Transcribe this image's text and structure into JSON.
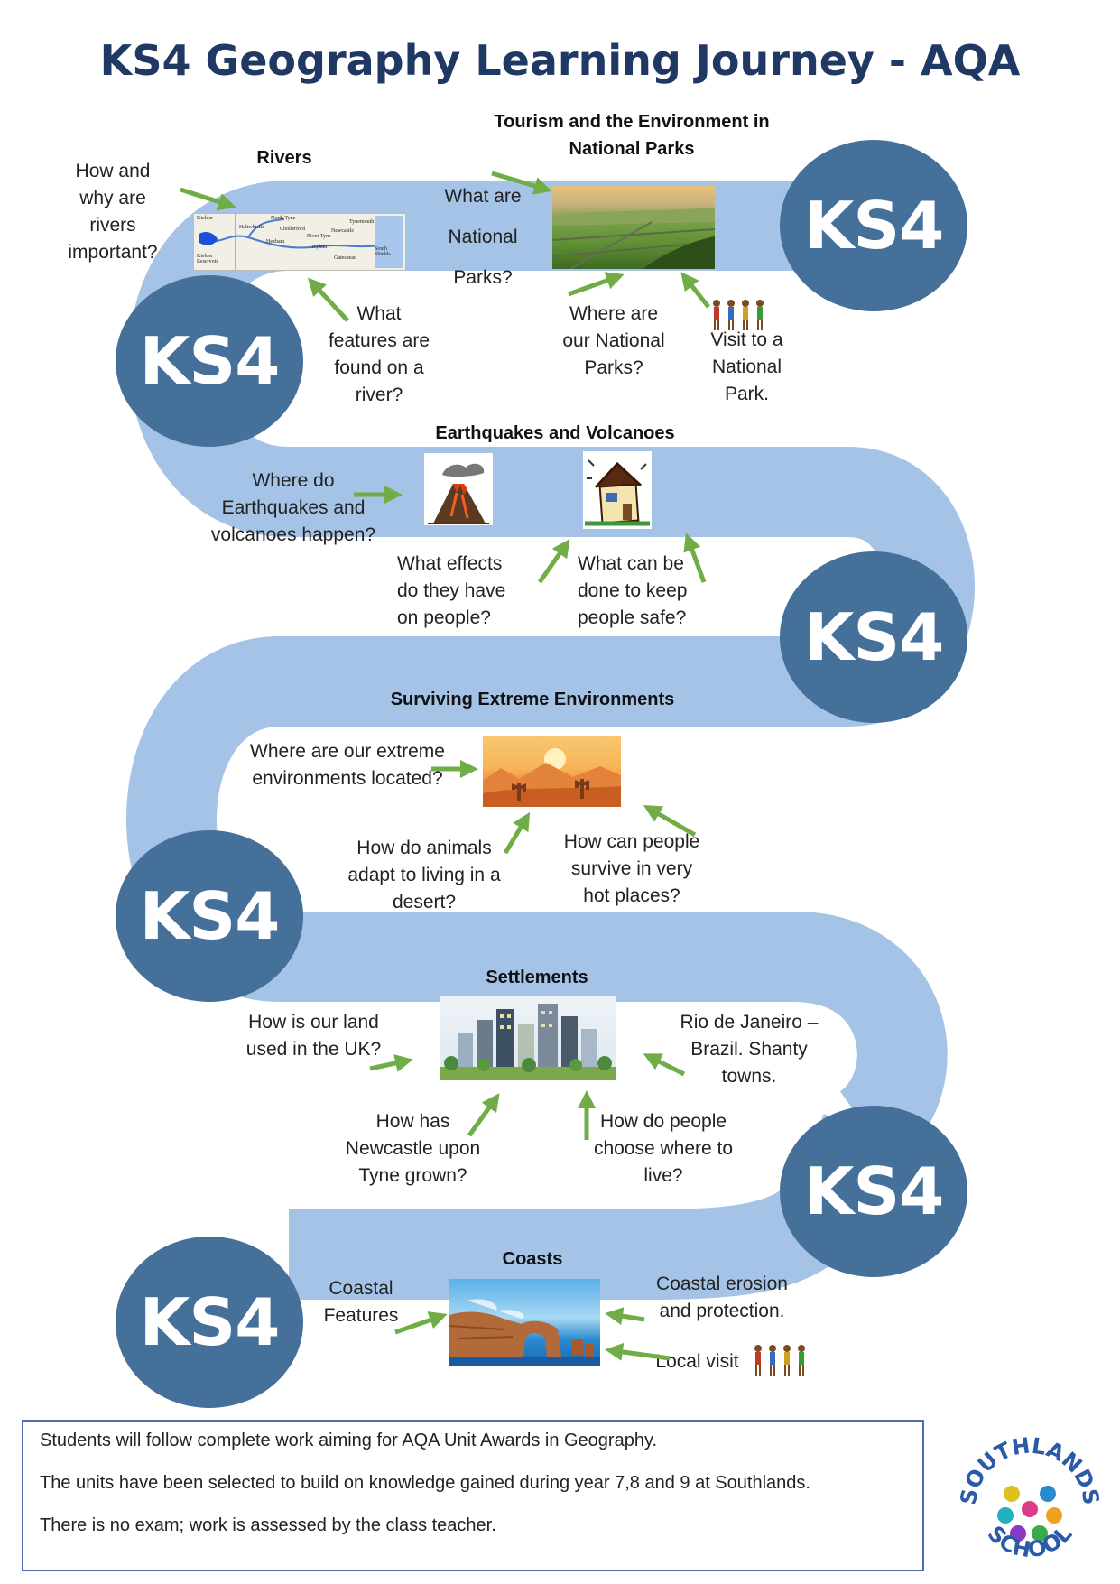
{
  "title": "KS4 Geography Learning Journey - AQA",
  "ks4_label": "KS4",
  "colors": {
    "path": "#a4c3e6",
    "circle": "#44709a",
    "title": "#1f3864",
    "arrow": "#70ad47",
    "box_border": "#4a6fb0"
  },
  "sections": {
    "rivers": {
      "heading": "Rivers",
      "q1": [
        "How and",
        "why are",
        "rivers",
        "important?"
      ],
      "q2": [
        "What",
        "features are",
        "found on a",
        "river?"
      ],
      "map_labels": [
        "Kielder",
        "Kielder Reservoir",
        "North Tyne",
        "Haltwhistle",
        "Chollerford",
        "Hexham",
        "River Tyne",
        "Wylam",
        "Newcastle",
        "Tynemouth",
        "Gateshead",
        "South Shields"
      ]
    },
    "national_parks": {
      "heading": [
        "Tourism and the Environment in",
        "National Parks"
      ],
      "q1": [
        "What are",
        "National",
        "Parks?"
      ],
      "q2": [
        "Where are",
        "our National",
        "Parks?"
      ],
      "q3": [
        "Visit to a",
        "National",
        "Park."
      ]
    },
    "earthquakes": {
      "heading": "Earthquakes and Volcanoes",
      "q1": [
        "Where do",
        "Earthquakes and",
        "volcanoes happen?"
      ],
      "q2": [
        "What effects",
        "do they have",
        "on people?"
      ],
      "q3": [
        "What can be",
        "done to keep",
        "people safe?"
      ]
    },
    "extreme": {
      "heading": "Surviving Extreme Environments",
      "q1": [
        "Where are our extreme",
        "environments located?"
      ],
      "q2": [
        "How do animals",
        "adapt to living in a",
        "desert?"
      ],
      "q3": [
        "How can people",
        "survive in very",
        "hot places?"
      ]
    },
    "settlements": {
      "heading": "Settlements",
      "q1": [
        "How is our land",
        "used in the UK?"
      ],
      "q2": [
        "Rio de Janeiro –",
        "Brazil. Shanty",
        "towns."
      ],
      "q3": [
        "How has",
        "Newcastle upon",
        "Tyne grown?"
      ],
      "q4": [
        "How do people",
        "choose where to",
        "live?"
      ]
    },
    "coasts": {
      "heading": "Coasts",
      "q1": [
        "Coastal",
        "Features"
      ],
      "q2": [
        "Coastal erosion",
        "and protection."
      ],
      "q3": "Local visit"
    }
  },
  "info": [
    "Students will follow complete work aiming for AQA Unit Awards in Geography.",
    "The units have been selected to build on knowledge gained during year 7,8 and 9 at Southlands.",
    "There is no exam; work is assessed by the class teacher."
  ],
  "logo": {
    "top_text": "SOUTHLANDS",
    "bottom_text": "SCHOOL"
  }
}
